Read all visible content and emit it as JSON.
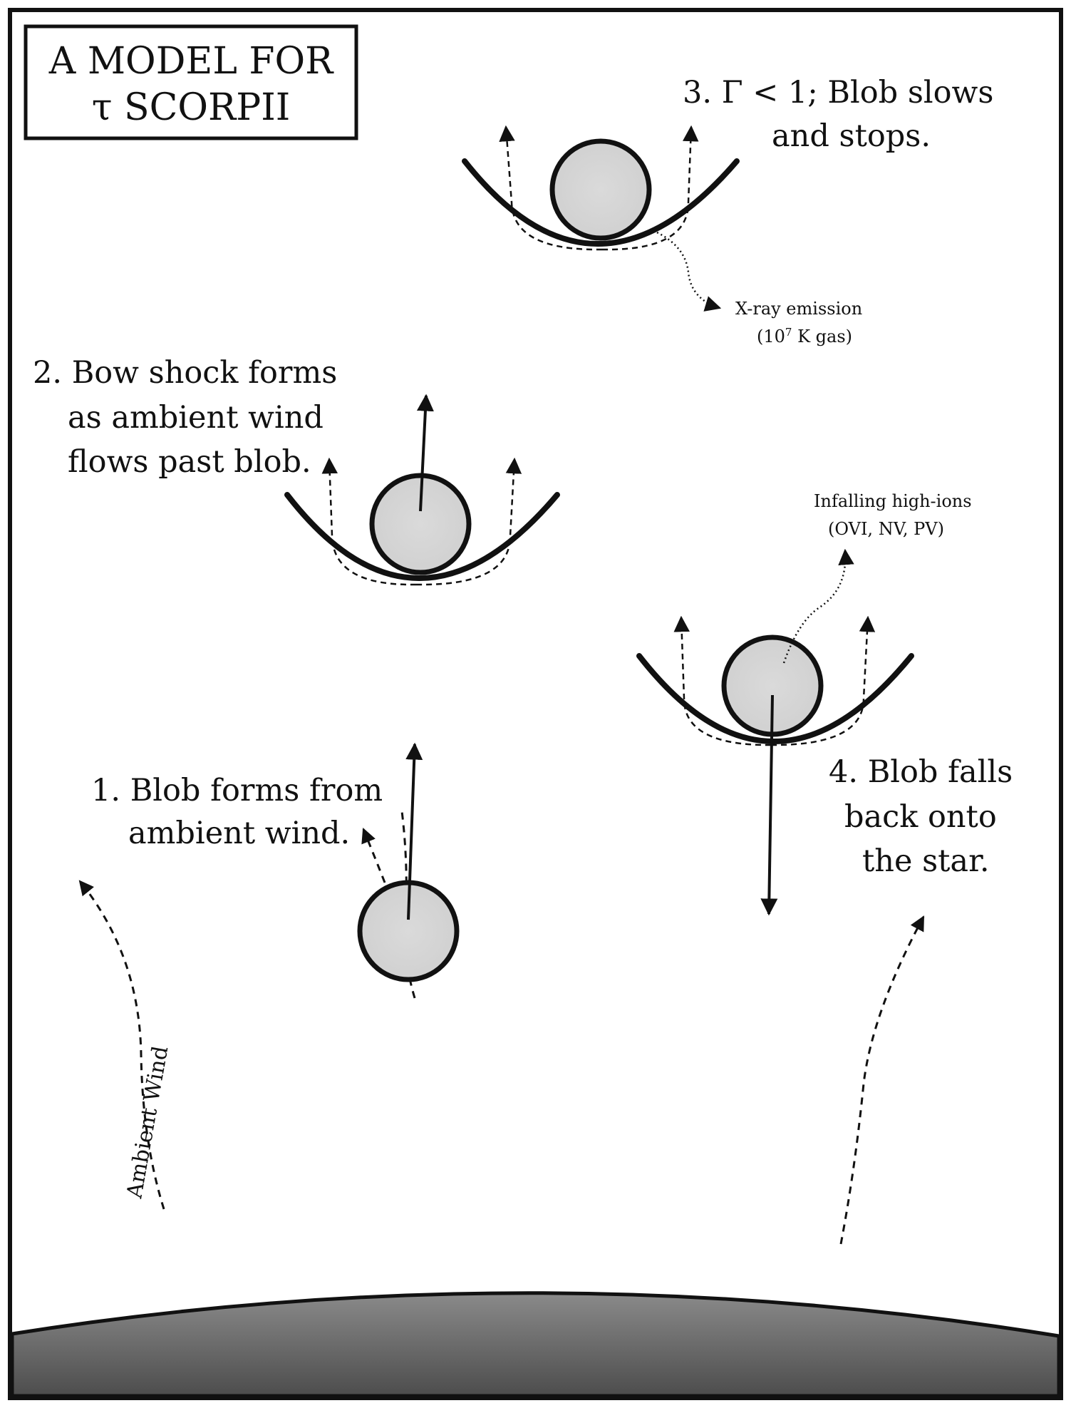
{
  "title": {
    "line1": "A MODEL FOR",
    "line2": "τ SCORPII"
  },
  "stages": {
    "stage1": {
      "line1": "1. Blob forms from",
      "line2": "ambient wind."
    },
    "stage2": {
      "line1": "2. Bow shock forms",
      "line2": "as ambient wind",
      "line3": "flows past blob."
    },
    "stage3": {
      "line1": "3. Γ < 1; Blob slows",
      "line2": "and stops."
    },
    "stage4": {
      "line1": "4. Blob falls",
      "line2": "back onto",
      "line3": "the star."
    }
  },
  "annotations": {
    "xray_line1": "X-ray emission",
    "xray_line2_pre": "(10",
    "xray_exp": "7",
    "xray_line2_post": " K gas)",
    "ions_line1": "Infalling high-ions",
    "ions_line2": "(OVI, NV, PV)"
  },
  "ambient_wind_label": "Ambient Wind",
  "colors": {
    "ink": "#111111",
    "blob_fill": "#d4d4d4",
    "star_light": "#8a8a8a",
    "star_dark": "#4d4d4d"
  }
}
